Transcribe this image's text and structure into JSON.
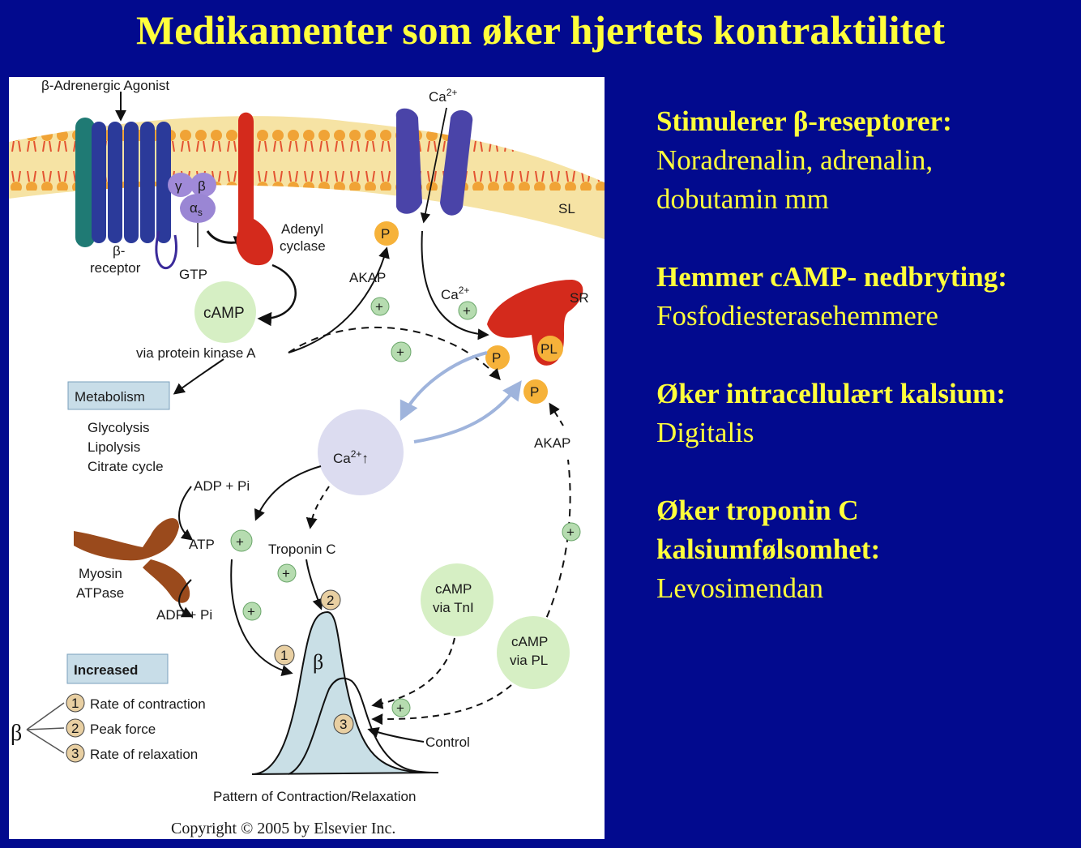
{
  "slide": {
    "title": "Medikamenter som øker hjertets kontraktilitet"
  },
  "bullets": [
    {
      "heading": "Stimulerer β-reseptorer:",
      "text_lines": [
        "Noradrenalin, adrenalin,",
        "dobutamin mm"
      ]
    },
    {
      "heading": "Hemmer cAMP- nedbryting:",
      "text_lines": [
        "Fosfodiesterasehemmere"
      ]
    },
    {
      "heading": "Øker intracellulært kalsium:",
      "text_lines": [
        "Digitalis"
      ]
    },
    {
      "heading_lines": [
        "Øker troponin C",
        "kalsiumfølsomhet:"
      ],
      "text_lines": [
        "Levosimendan"
      ]
    }
  ],
  "figure": {
    "agonist": "β-Adrenergic Agonist",
    "ca_top": "Ca",
    "ca_top_sup": "2+",
    "beta_receptor": [
      "β-",
      "receptor"
    ],
    "gamma": "γ",
    "beta": "β",
    "alpha_s": "α",
    "alpha_s_sub": "s",
    "gtp": "GTP",
    "adenyl_cyclase": [
      "Adenyl",
      "cyclase"
    ],
    "sl": "SL",
    "p": "P",
    "akap": "AKAP",
    "camp": "cAMP",
    "ca_sr": "Ca",
    "ca_sr_sup": "2+",
    "sr": "SR",
    "pl": "PL",
    "pka": "via protein kinase A",
    "metabolism": "Metabolism",
    "metabolism_items": [
      "Glycolysis",
      "Lipolysis",
      "Citrate cycle"
    ],
    "ca_center": "Ca",
    "ca_center_sup": "2+",
    "ca_center_arrow": "↑",
    "adp_pi": "ADP + Pi",
    "atp": "ATP",
    "myosin": [
      "Myosin",
      "ATPase"
    ],
    "troponin": "Troponin C",
    "camp_tni": [
      "cAMP",
      "via TnI"
    ],
    "camp_pl": [
      "cAMP",
      "via PL"
    ],
    "plus": "+",
    "one": "1",
    "two": "2",
    "three": "3",
    "beta_curve": "β",
    "increased": "Increased",
    "legend_beta": "β",
    "legend": [
      "Rate of contraction",
      "Peak force",
      "Rate of relaxation"
    ],
    "control": "Control",
    "pattern": "Pattern of Contraction/Relaxation",
    "copyright": "Copyright © 2005 by Elsevier Inc."
  },
  "colors": {
    "background": "#020a8e",
    "text_yellow": "#ffff3c",
    "membrane": "#f3d98e",
    "lipid_head": "#f0a030",
    "receptor_blue": "#2b3a9a",
    "adenyl_red": "#d42a1c",
    "channel_purple": "#4a44a8",
    "camp_green": "#d6efc4",
    "ca_lavender": "#dcdcf0",
    "myosin_brown": "#9a4a1c",
    "curve_fill": "#c9dfe6"
  }
}
